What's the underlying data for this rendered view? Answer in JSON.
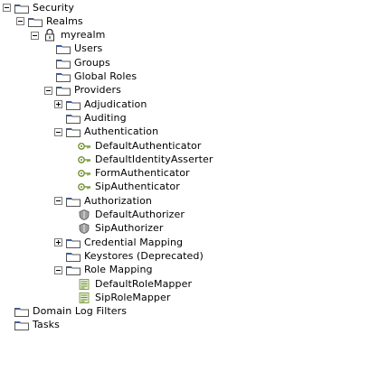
{
  "tree": [
    {
      "label": "Security",
      "icon": "folder-icon",
      "toggle": "expanded",
      "level": 0
    },
    {
      "label": "Realms",
      "icon": "folder-icon",
      "toggle": "expanded",
      "level": 1
    },
    {
      "label": "myrealm",
      "icon": "lock-icon",
      "toggle": "expanded",
      "level": 2
    },
    {
      "label": "Users",
      "icon": "folder-icon",
      "toggle": "none",
      "level": 3
    },
    {
      "label": "Groups",
      "icon": "folder-icon",
      "toggle": "none",
      "level": 3
    },
    {
      "label": "Global Roles",
      "icon": "folder-icon",
      "toggle": "none",
      "level": 3
    },
    {
      "label": "Providers",
      "icon": "folder-icon",
      "toggle": "expanded",
      "level": 3
    },
    {
      "label": "Adjudication",
      "icon": "folder-icon",
      "toggle": "collapsed",
      "level": 4
    },
    {
      "label": "Auditing",
      "icon": "folder-icon",
      "toggle": "none",
      "level": 4
    },
    {
      "label": "Authentication",
      "icon": "folder-icon",
      "toggle": "expanded",
      "level": 4
    },
    {
      "label": "DefaultAuthenticator",
      "icon": "key-icon",
      "toggle": "none",
      "level": 5
    },
    {
      "label": "DefaultIdentityAsserter",
      "icon": "key-icon",
      "toggle": "none",
      "level": 5
    },
    {
      "label": "FormAuthenticator",
      "icon": "key-icon",
      "toggle": "none",
      "level": 5
    },
    {
      "label": "SipAuthenticator",
      "icon": "key-icon",
      "toggle": "none",
      "level": 5
    },
    {
      "label": "Authorization",
      "icon": "folder-icon",
      "toggle": "expanded",
      "level": 4
    },
    {
      "label": "DefaultAuthorizer",
      "icon": "shield-icon",
      "toggle": "none",
      "level": 5
    },
    {
      "label": "SipAuthorizer",
      "icon": "shield-icon",
      "toggle": "none",
      "level": 5
    },
    {
      "label": "Credential Mapping",
      "icon": "folder-icon",
      "toggle": "collapsed",
      "level": 4
    },
    {
      "label": "Keystores (Deprecated)",
      "icon": "folder-icon",
      "toggle": "none",
      "level": 4
    },
    {
      "label": "Role Mapping",
      "icon": "folder-icon",
      "toggle": "expanded",
      "level": 4
    },
    {
      "label": "DefaultRoleMapper",
      "icon": "role-mapper-icon",
      "toggle": "none",
      "level": 5
    },
    {
      "label": "SipRoleMapper",
      "icon": "role-mapper-icon",
      "toggle": "none",
      "level": 5
    },
    {
      "label": "Domain Log Filters",
      "icon": "folder-icon",
      "toggle": "none",
      "level": 0
    },
    {
      "label": "Tasks",
      "icon": "folder-icon",
      "toggle": "none",
      "level": 0
    }
  ],
  "colors": {
    "folder_fill": "#ffffff",
    "folder_stroke": "#555555",
    "folder_tab": "#3b5fa8"
  }
}
